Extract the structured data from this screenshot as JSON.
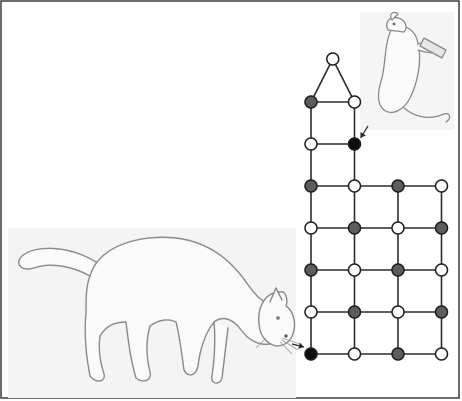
{
  "figure": {
    "kind": "grid-graph puzzle illustration",
    "illustrations": [
      "cat-sketch",
      "mouse-sketch"
    ],
    "colors": {
      "edge": "#2b2b2b",
      "node_outline": "#1f1f1f",
      "node_white": "#ffffff",
      "node_gray": "#5c5c5c",
      "node_black": "#0d0d0d",
      "sketch_stroke": "#8a8a8a",
      "sketch_fill": "#f2f2f2",
      "frame": "#3a3a3a"
    }
  },
  "graph": {
    "nodes": [
      {
        "id": "apex",
        "col": 0.5,
        "row": -1,
        "color": "white"
      },
      {
        "id": "r0c0",
        "col": 0,
        "row": 0,
        "color": "gray"
      },
      {
        "id": "r0c1",
        "col": 1,
        "row": 0,
        "color": "white"
      },
      {
        "id": "r1c0",
        "col": 0,
        "row": 1,
        "color": "white"
      },
      {
        "id": "r1c1",
        "col": 1,
        "row": 1,
        "color": "black",
        "role": "mouse-target"
      },
      {
        "id": "r2c0",
        "col": 0,
        "row": 2,
        "color": "gray"
      },
      {
        "id": "r2c1",
        "col": 1,
        "row": 2,
        "color": "white"
      },
      {
        "id": "r2c2",
        "col": 2,
        "row": 2,
        "color": "gray"
      },
      {
        "id": "r2c3",
        "col": 3,
        "row": 2,
        "color": "white"
      },
      {
        "id": "r3c0",
        "col": 0,
        "row": 3,
        "color": "white"
      },
      {
        "id": "r3c1",
        "col": 1,
        "row": 3,
        "color": "gray"
      },
      {
        "id": "r3c2",
        "col": 2,
        "row": 3,
        "color": "white"
      },
      {
        "id": "r3c3",
        "col": 3,
        "row": 3,
        "color": "gray"
      },
      {
        "id": "r4c0",
        "col": 0,
        "row": 4,
        "color": "gray"
      },
      {
        "id": "r4c1",
        "col": 1,
        "row": 4,
        "color": "white"
      },
      {
        "id": "r4c2",
        "col": 2,
        "row": 4,
        "color": "gray"
      },
      {
        "id": "r4c3",
        "col": 3,
        "row": 4,
        "color": "white"
      },
      {
        "id": "r5c0",
        "col": 0,
        "row": 5,
        "color": "white"
      },
      {
        "id": "r5c1",
        "col": 1,
        "row": 5,
        "color": "gray"
      },
      {
        "id": "r5c2",
        "col": 2,
        "row": 5,
        "color": "white"
      },
      {
        "id": "r5c3",
        "col": 3,
        "row": 5,
        "color": "gray"
      },
      {
        "id": "r6c0",
        "col": 0,
        "row": 6,
        "color": "black",
        "role": "cat-start"
      },
      {
        "id": "r6c1",
        "col": 1,
        "row": 6,
        "color": "white"
      },
      {
        "id": "r6c2",
        "col": 2,
        "row": 6,
        "color": "gray"
      },
      {
        "id": "r6c3",
        "col": 3,
        "row": 6,
        "color": "white"
      }
    ],
    "edges": [
      [
        "apex",
        "r0c0"
      ],
      [
        "apex",
        "r0c1"
      ],
      [
        "r0c0",
        "r0c1"
      ],
      [
        "r0c0",
        "r1c0"
      ],
      [
        "r0c1",
        "r1c1"
      ],
      [
        "r1c0",
        "r1c1"
      ],
      [
        "r1c0",
        "r2c0"
      ],
      [
        "r1c1",
        "r2c1"
      ],
      [
        "r2c0",
        "r2c1"
      ],
      [
        "r2c1",
        "r2c2"
      ],
      [
        "r2c2",
        "r2c3"
      ],
      [
        "r3c0",
        "r3c1"
      ],
      [
        "r3c1",
        "r3c2"
      ],
      [
        "r3c2",
        "r3c3"
      ],
      [
        "r4c0",
        "r4c1"
      ],
      [
        "r4c1",
        "r4c2"
      ],
      [
        "r4c2",
        "r4c3"
      ],
      [
        "r5c0",
        "r5c1"
      ],
      [
        "r5c1",
        "r5c2"
      ],
      [
        "r5c2",
        "r5c3"
      ],
      [
        "r6c0",
        "r6c1"
      ],
      [
        "r6c1",
        "r6c2"
      ],
      [
        "r6c2",
        "r6c3"
      ],
      [
        "r2c0",
        "r3c0"
      ],
      [
        "r3c0",
        "r4c0"
      ],
      [
        "r4c0",
        "r5c0"
      ],
      [
        "r5c0",
        "r6c0"
      ],
      [
        "r2c1",
        "r3c1"
      ],
      [
        "r3c1",
        "r4c1"
      ],
      [
        "r4c1",
        "r5c1"
      ],
      [
        "r5c1",
        "r6c1"
      ],
      [
        "r2c2",
        "r3c2"
      ],
      [
        "r3c2",
        "r4c2"
      ],
      [
        "r4c2",
        "r5c2"
      ],
      [
        "r5c2",
        "r6c2"
      ],
      [
        "r2c3",
        "r3c3"
      ],
      [
        "r3c3",
        "r4c3"
      ],
      [
        "r4c3",
        "r5c3"
      ],
      [
        "r5c3",
        "r6c3"
      ]
    ],
    "pointers": [
      {
        "id": "cat-pointer",
        "target": "r6c0"
      },
      {
        "id": "mouse-pointer",
        "target": "r1c1"
      }
    ]
  }
}
